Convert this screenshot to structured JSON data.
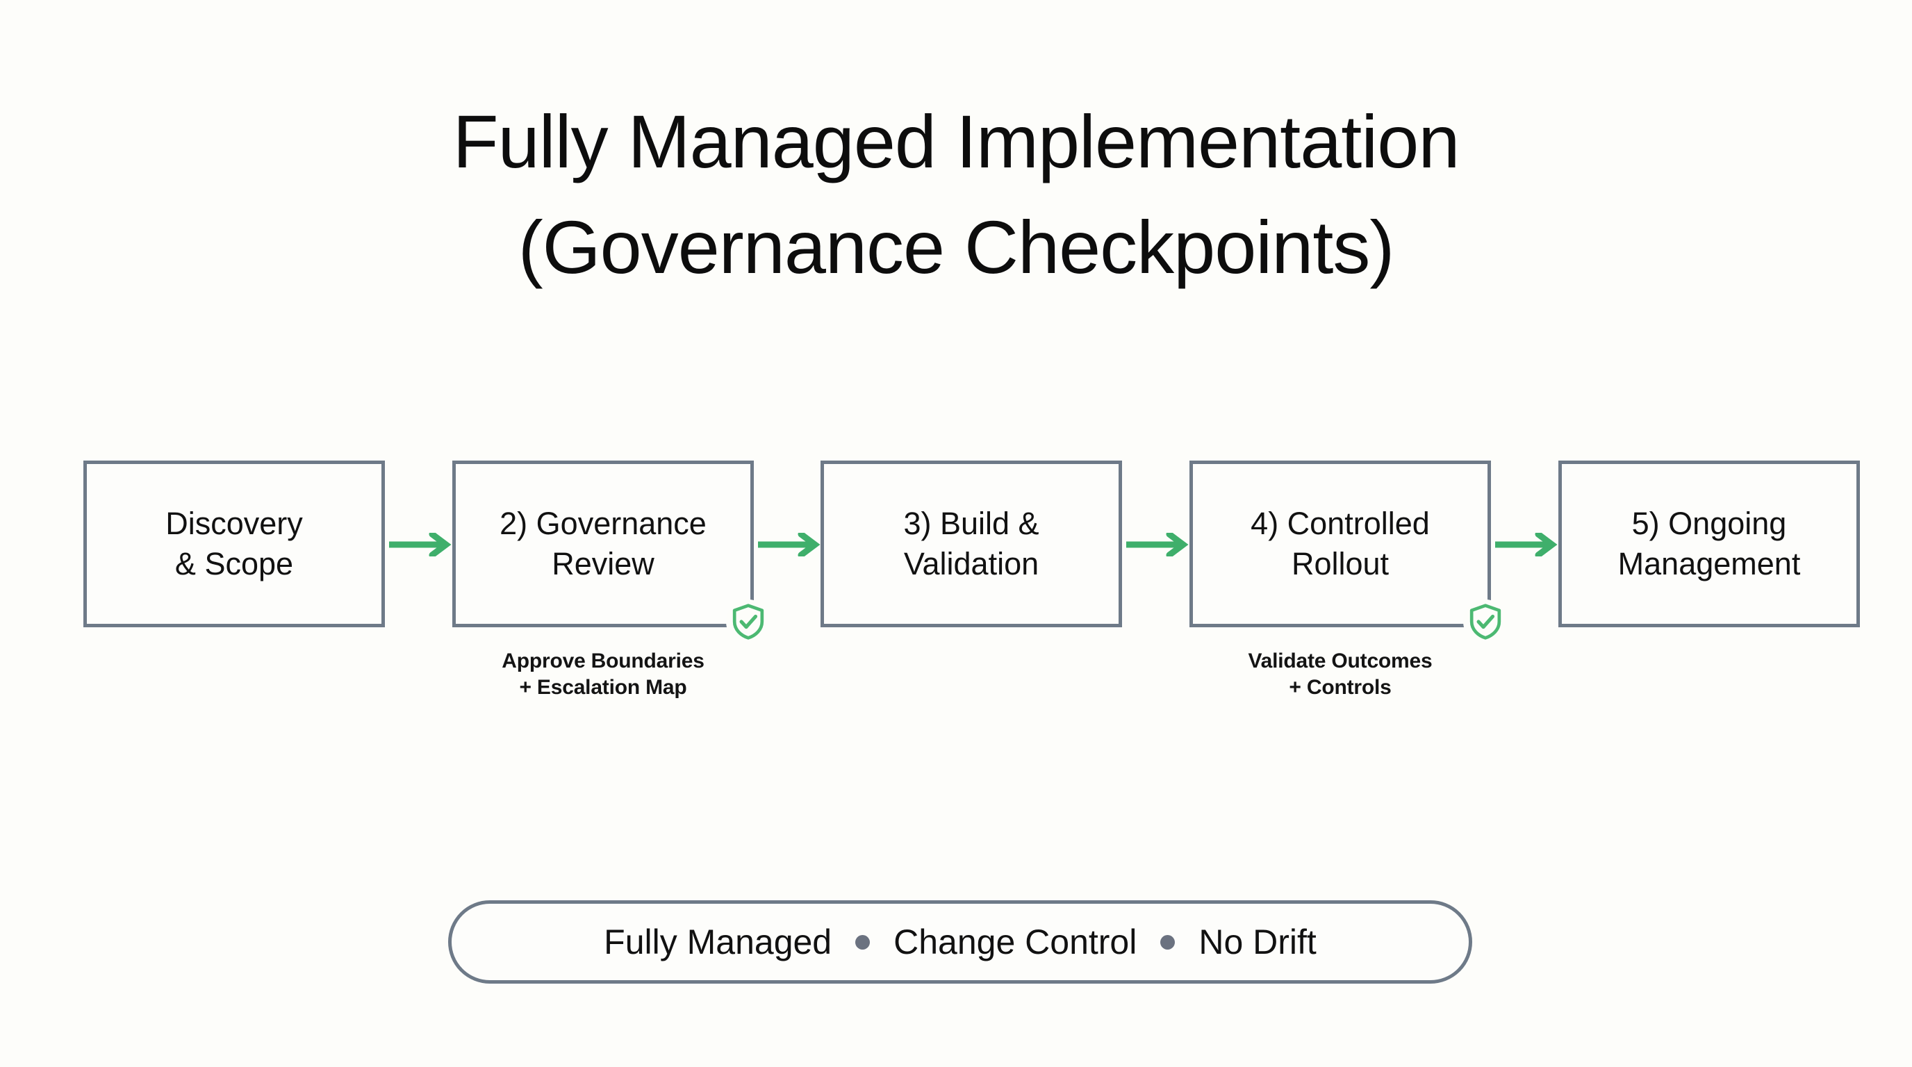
{
  "title": {
    "line1": "Fully Managed Implementation",
    "line2": "(Governance Checkpoints)"
  },
  "colors": {
    "background": "#fdfdfa",
    "box_border": "#6e7a88",
    "arrow_green": "#3faf6b",
    "shield_green": "#4cb972",
    "text": "#111111",
    "dot_gray": "#6b7280"
  },
  "flow": {
    "stages": [
      {
        "label": "Discovery\n& Scope",
        "label_line1": "Discovery",
        "label_line2": "& Scope",
        "checkpoint": false,
        "caption_line1": "",
        "caption_line2": ""
      },
      {
        "label": "2) Governance\nReview",
        "label_line1": "2) Governance",
        "label_line2": "Review",
        "checkpoint": true,
        "caption_line1": "Approve Boundaries",
        "caption_line2": "+ Escalation Map"
      },
      {
        "label": "3) Build &\nValidation",
        "label_line1": "3) Build &",
        "label_line2": "Validation",
        "checkpoint": false,
        "caption_line1": "",
        "caption_line2": ""
      },
      {
        "label": "4) Controlled\nRollout",
        "label_line1": "4) Controlled",
        "label_line2": "Rollout",
        "checkpoint": true,
        "caption_line1": "Validate Outcomes",
        "caption_line2": "+ Controls"
      },
      {
        "label": "5) Ongoing\nManagement",
        "label_line1": "5) Ongoing",
        "label_line2": "Management",
        "checkpoint": false,
        "caption_line1": "",
        "caption_line2": ""
      }
    ],
    "connector_count": 4,
    "connector_icon": "arrow-right-icon",
    "checkpoint_icon": "shield-check-icon"
  },
  "footer": {
    "item1": "Fully Managed",
    "separator1": "•",
    "item2": "Change Control",
    "separator2": "•",
    "item3": "No Drift"
  }
}
